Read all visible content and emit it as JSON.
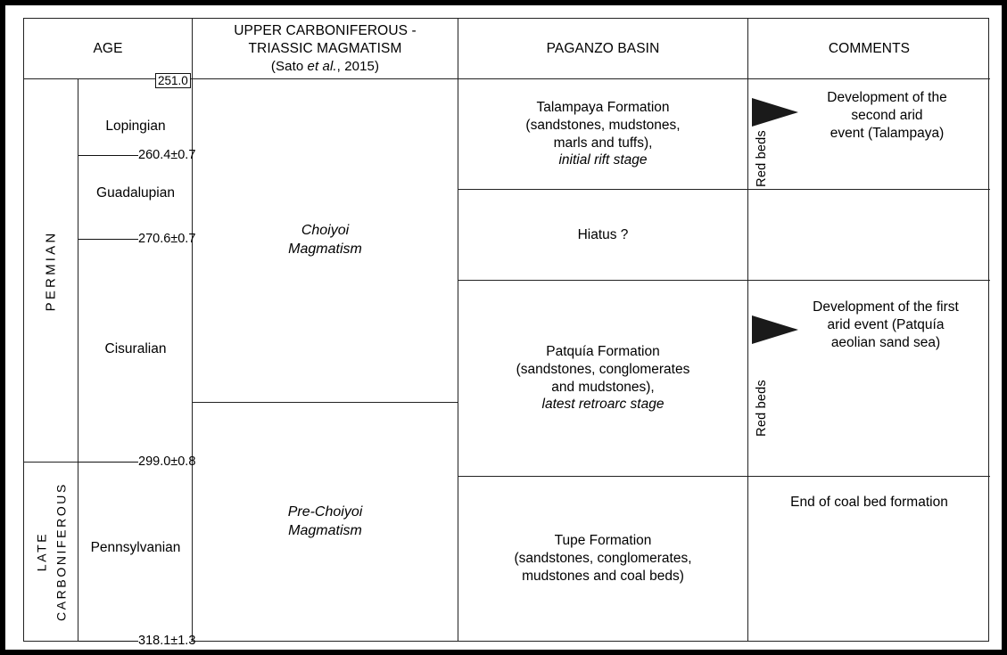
{
  "figure": {
    "type": "chronostratigraphic-correlation-chart",
    "columns": [
      {
        "id": "age",
        "header": "AGE"
      },
      {
        "id": "magmatism",
        "header_line1": "UPPER CARBONIFEROUS -",
        "header_line2": "TRIASSIC MAGMATISM",
        "header_citation_pre": "(Sato ",
        "header_citation_ital": "et al.",
        "header_citation_post": ", 2015)"
      },
      {
        "id": "paganzo",
        "header": "PAGANZO BASIN"
      },
      {
        "id": "comments",
        "header": "COMMENTS"
      }
    ]
  },
  "age_column": {
    "periods": [
      {
        "name": "PERMIAN"
      },
      {
        "name_line1": "LATE",
        "name_line2": "CARBONIFEROUS"
      }
    ],
    "epochs": [
      {
        "name": "Lopingian"
      },
      {
        "name": "Guadalupian"
      },
      {
        "name": "Cisuralian"
      },
      {
        "name": "Pennsylvanian"
      }
    ],
    "boundaries": [
      {
        "value": "251.0",
        "boxed": true
      },
      {
        "value": "260.4±0.7",
        "boxed": false
      },
      {
        "value": "270.6±0.7",
        "boxed": false
      },
      {
        "value": "299.0±0.8",
        "boxed": false
      },
      {
        "value": "318.1±1.3",
        "boxed": false
      }
    ]
  },
  "magmatism_column": {
    "units": [
      {
        "line1": "Choiyoi",
        "line2": "Magmatism"
      },
      {
        "line1": "Pre-Choiyoi",
        "line2": "Magmatism"
      }
    ]
  },
  "paganzo_column": {
    "units": [
      {
        "name": "Talampaya Formation",
        "lithology_line1": "(sandstones, mudstones,",
        "lithology_line2": "marls and tuffs),",
        "stage": "initial rift stage"
      },
      {
        "name": "Hiatus ?",
        "lithology_line1": "",
        "lithology_line2": "",
        "stage": ""
      },
      {
        "name": "Patquía Formation",
        "lithology_line1": "(sandstones, conglomerates",
        "lithology_line2": "and mudstones),",
        "stage": "latest retroarc stage"
      },
      {
        "name": "Tupe Formation",
        "lithology_line1": "(sandstones, conglomerates,",
        "lithology_line2": "mudstones and coal beds)",
        "stage": ""
      }
    ]
  },
  "comments_column": {
    "entries": [
      {
        "marker": "triangle-right-icon",
        "side_label": "Red beds",
        "text_line1": "Development of the",
        "text_line2": "second arid",
        "text_line3": "event (Talampaya)"
      },
      {
        "marker": "triangle-right-icon",
        "side_label": "Red beds",
        "text_line1": "Development of the first",
        "text_line2": "arid event (Patquía",
        "text_line3": "aeolian sand sea)"
      },
      {
        "marker": "",
        "side_label": "",
        "text_line1": "End of coal bed formation",
        "text_line2": "",
        "text_line3": ""
      }
    ]
  },
  "colors": {
    "frame": "#000000",
    "rule": "#222222",
    "triangle": "#1a1a1a",
    "background": "#ffffff",
    "text": "#000000"
  }
}
